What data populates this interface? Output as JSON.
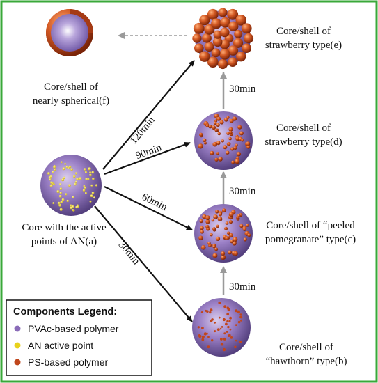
{
  "colors": {
    "frame": "#3aa83a",
    "pvac": "#8a6bb8",
    "an_point": "#e8d21c",
    "ps": "#c0461c",
    "arrow_black": "#111111",
    "arrow_gray": "#9a9a9a"
  },
  "particles": {
    "a": {
      "label_lines": [
        "Core with the active",
        "points of AN(a)"
      ]
    },
    "b": {
      "label_lines": [
        "Core/shell of",
        "“hawthorn” type(b)"
      ]
    },
    "c": {
      "label_lines": [
        "Core/shell of  “peeled",
        "pomegranate” type(c)"
      ]
    },
    "d": {
      "label_lines": [
        "Core/shell of",
        "strawberry type(d)"
      ]
    },
    "e": {
      "label_lines": [
        "Core/shell of",
        "strawberry type(e)"
      ]
    },
    "f": {
      "label_lines": [
        "Core/shell of",
        "nearly spherical(f)"
      ]
    }
  },
  "times": {
    "a_to_b": "30min",
    "a_to_c": "60min",
    "a_to_d": "90min",
    "a_to_f": "120min",
    "b_to_c": "30min",
    "c_to_d": "30min",
    "d_to_e": "30min"
  },
  "legend": {
    "title": "Components Legend:",
    "items": [
      {
        "label": "PVAc-based polymer",
        "color": "#8a6bb8"
      },
      {
        "label": "AN active point",
        "color": "#e8d21c"
      },
      {
        "label": "PS-based polymer",
        "color": "#c0461c"
      }
    ]
  }
}
